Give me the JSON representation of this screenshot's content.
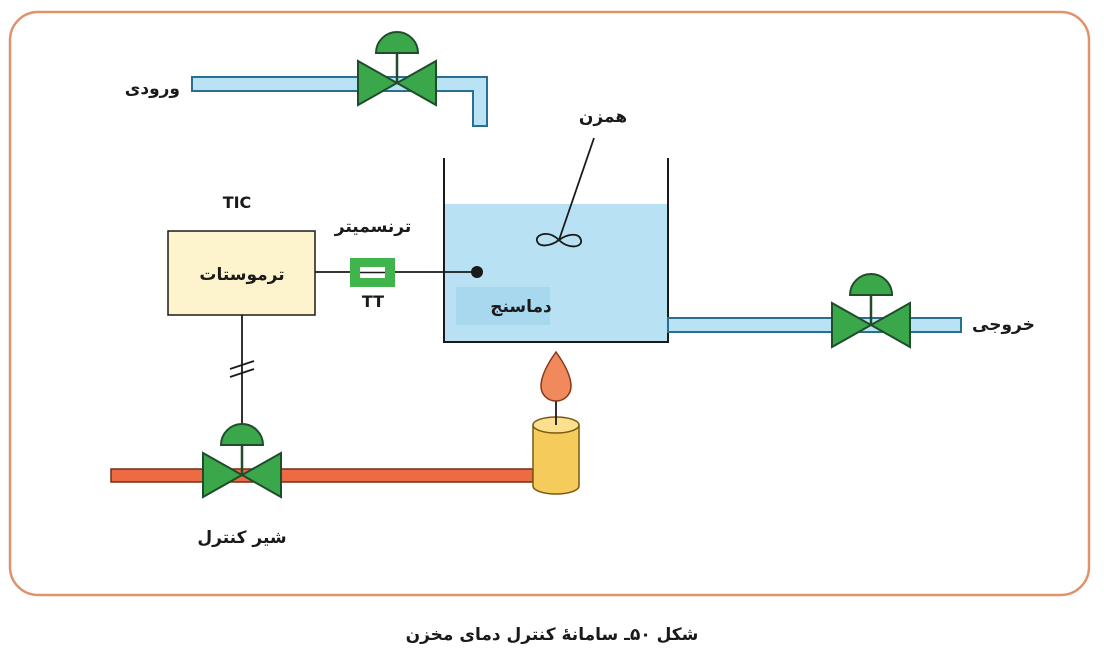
{
  "labels": {
    "inlet": "ورودی",
    "outlet": "خروجی",
    "mixer": "همزن",
    "transmitter": "ترنسمیتر",
    "tt_tag": "TT",
    "tic_tag": "TIC",
    "thermostat": "ترموستات",
    "thermometer": "دماسنج",
    "control_valve": "شیر کنترل"
  },
  "caption": "شکل ۵۰ـ سامانهٔ کنترل دمای مخزن",
  "colors": {
    "frame_border": "#e0926a",
    "pipe_water": "#b9e3f4",
    "pipe_outline": "#2a6f8f",
    "tank_water": "#b8e2f3",
    "valve_green": "#3aa84a",
    "fuel_pipe": "#ec6a44",
    "thermostat_box": "#fdf3cc",
    "burner": "#f5cb5c",
    "flame": "#f08a5d",
    "transmitter_green": "#3fb54b"
  }
}
